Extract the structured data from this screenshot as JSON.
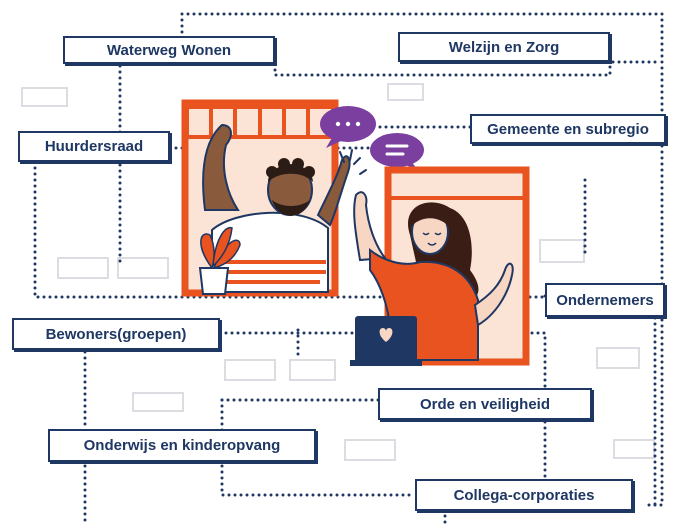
{
  "colors": {
    "navy": "#1f3763",
    "orange": "#e8531f",
    "peach": "#fbe3d5",
    "purple": "#7b3fa0",
    "skin_dark": "#8a5a3c",
    "skin_light": "#f7d7c4",
    "hair_dark": "#2b1d16",
    "hair_woman": "#3a1e16",
    "shirt_woman": "#e8531f",
    "laptop": "#1f3763",
    "heart": "#f7d7c4",
    "plant": "#e8531f",
    "pot": "#ffffff",
    "ghost_box": "#e6e6ea"
  },
  "labels": {
    "waterweg_wonen": "Waterweg Wonen",
    "welzijn_zorg": "Welzijn en Zorg",
    "gemeente": "Gemeente en subregio",
    "huurdersraad": "Huurdersraad",
    "ondernemers": "Ondernemers",
    "bewoners": "Bewoners(groepen)",
    "orde_veiligheid": "Orde en veiligheid",
    "onderwijs": "Onderwijs en kinderopvang",
    "collega": "Collega-corporaties"
  },
  "speech_bubbles": {
    "left_text": "...",
    "right_icon": "lines-icon"
  },
  "icons": {
    "laptop": "laptop-icon",
    "heart": "heart-icon",
    "plant": "plant-icon"
  }
}
